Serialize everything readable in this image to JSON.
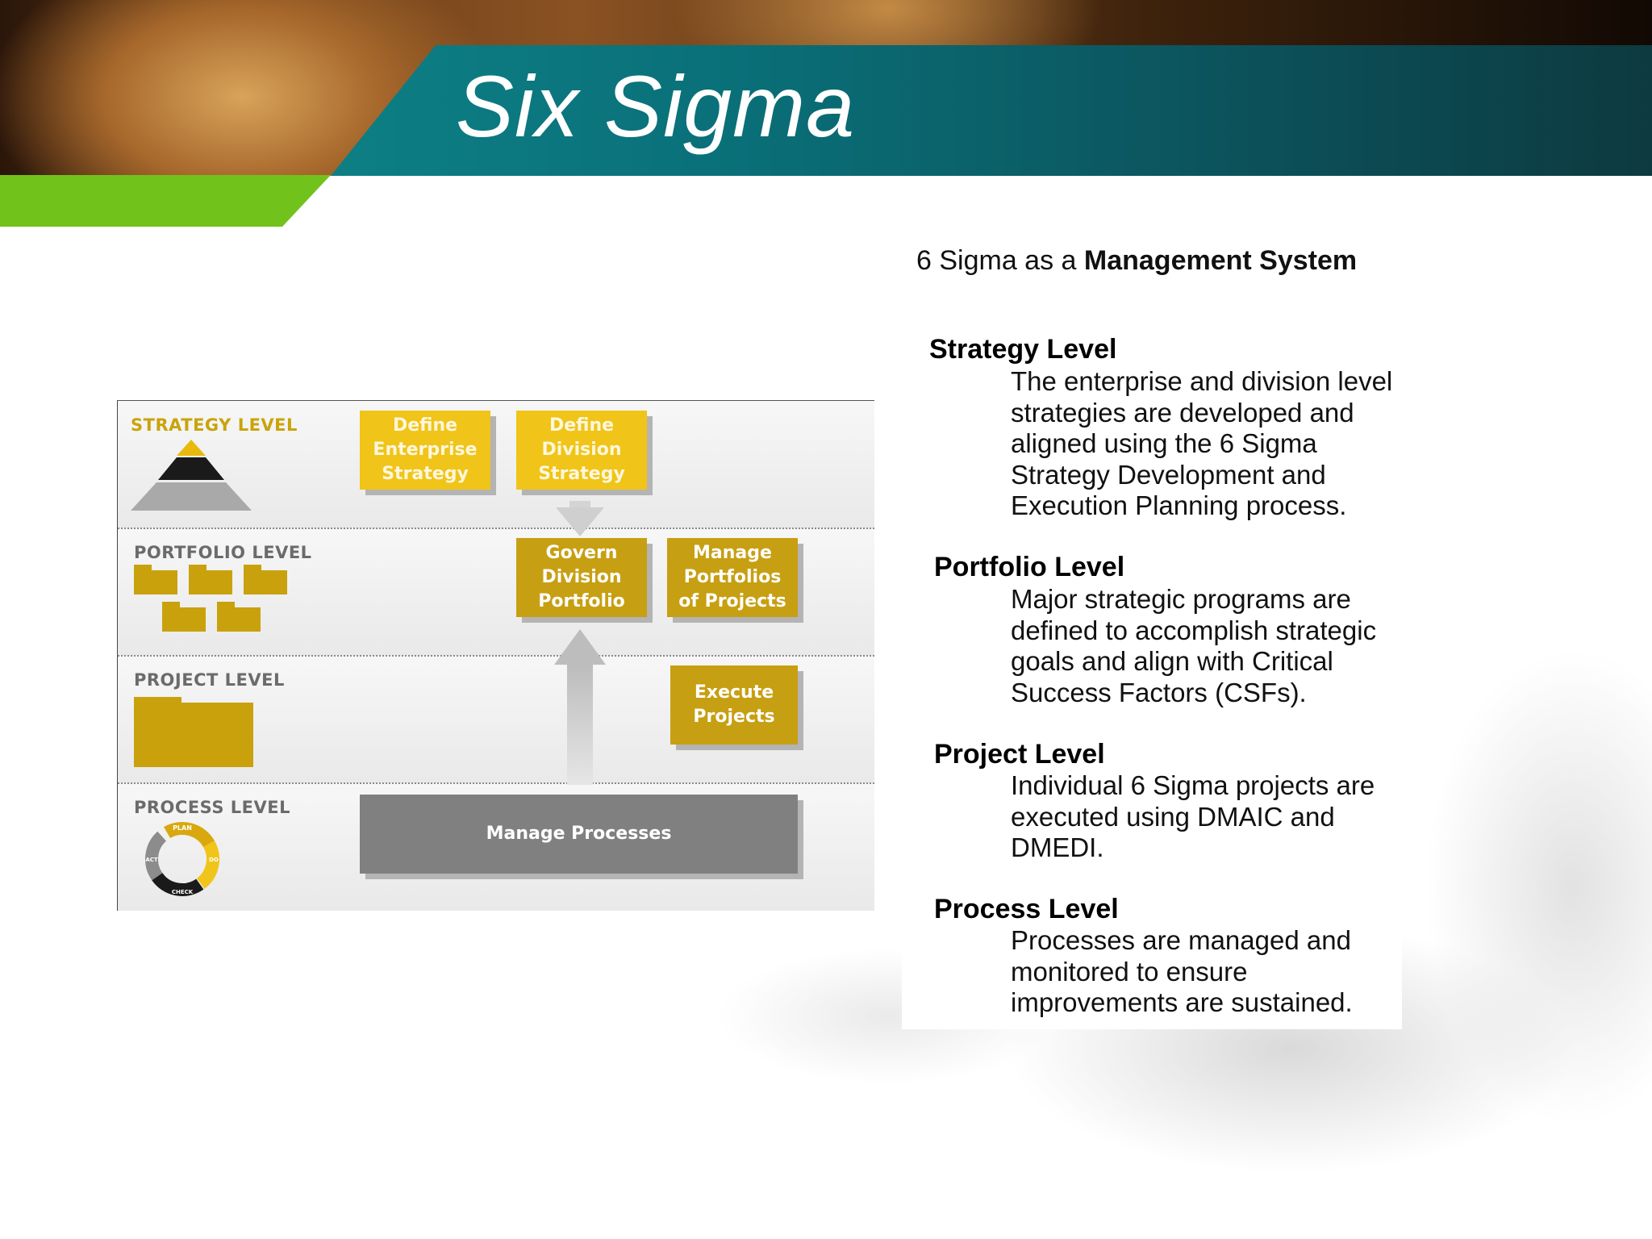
{
  "slide": {
    "title": "Six Sigma"
  },
  "colors": {
    "teal": "#0a6f78",
    "green": "#72c21c",
    "gold_bright": "#f0c419",
    "gold_dark": "#c79f12",
    "gray_box": "#808080"
  },
  "diagram": {
    "levels": {
      "strategy": "STRATEGY LEVEL",
      "portfolio": "PORTFOLIO LEVEL",
      "project": "PROJECT LEVEL",
      "process": "PROCESS LEVEL"
    },
    "boxes": {
      "define_enterprise": "Define Enterprise Strategy",
      "define_division": "Define Division Strategy",
      "govern_division": "Govern Division Portfolio",
      "manage_portfolios": "Manage Portfolios of Projects",
      "execute_projects": "Execute Projects",
      "manage_processes": "Manage Processes"
    },
    "cycle_labels": {
      "plan": "PLAN",
      "do": "DO",
      "check": "CHECK",
      "act": "ACT"
    },
    "icons": [
      "pyramid-icon",
      "folders-icon",
      "folder-icon",
      "pdca-cycle-icon"
    ]
  },
  "panel": {
    "subtitle_prefix": "6 Sigma as a ",
    "subtitle_bold": "Management System",
    "sections": [
      {
        "heading": "Strategy Level",
        "body": "The enterprise and division level strategies are developed and aligned using the 6 Sigma Strategy Development and Execution Planning process."
      },
      {
        "heading": "Portfolio Level",
        "body": "Major strategic programs are defined to accomplish strategic goals and align with Critical Success Factors (CSFs)."
      },
      {
        "heading": "Project Level",
        "body": "Individual 6 Sigma projects are executed using DMAIC and DMEDI."
      },
      {
        "heading": "Process Level",
        "body": "Processes are managed and monitored to ensure improvements are sustained."
      }
    ]
  }
}
